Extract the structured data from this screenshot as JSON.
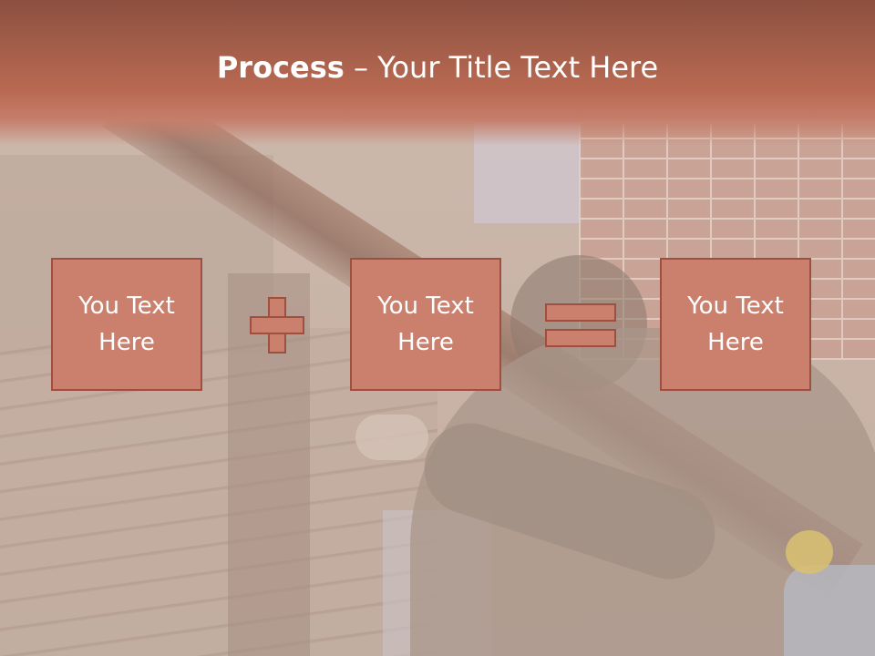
{
  "slide": {
    "title_bold": "Process",
    "title_rest": " – Your Title Text Here"
  },
  "process": {
    "boxes": [
      {
        "line1": "You Text",
        "line2": "Here"
      },
      {
        "line1": "You Text",
        "line2": "Here"
      },
      {
        "line1": "You Text",
        "line2": "Here"
      }
    ],
    "operators": [
      "plus-icon",
      "equals-icon"
    ]
  },
  "colors": {
    "header": "#b96952",
    "box_fill": "#cb7f6d",
    "box_border": "#9f4f40",
    "text": "#ffffff"
  }
}
